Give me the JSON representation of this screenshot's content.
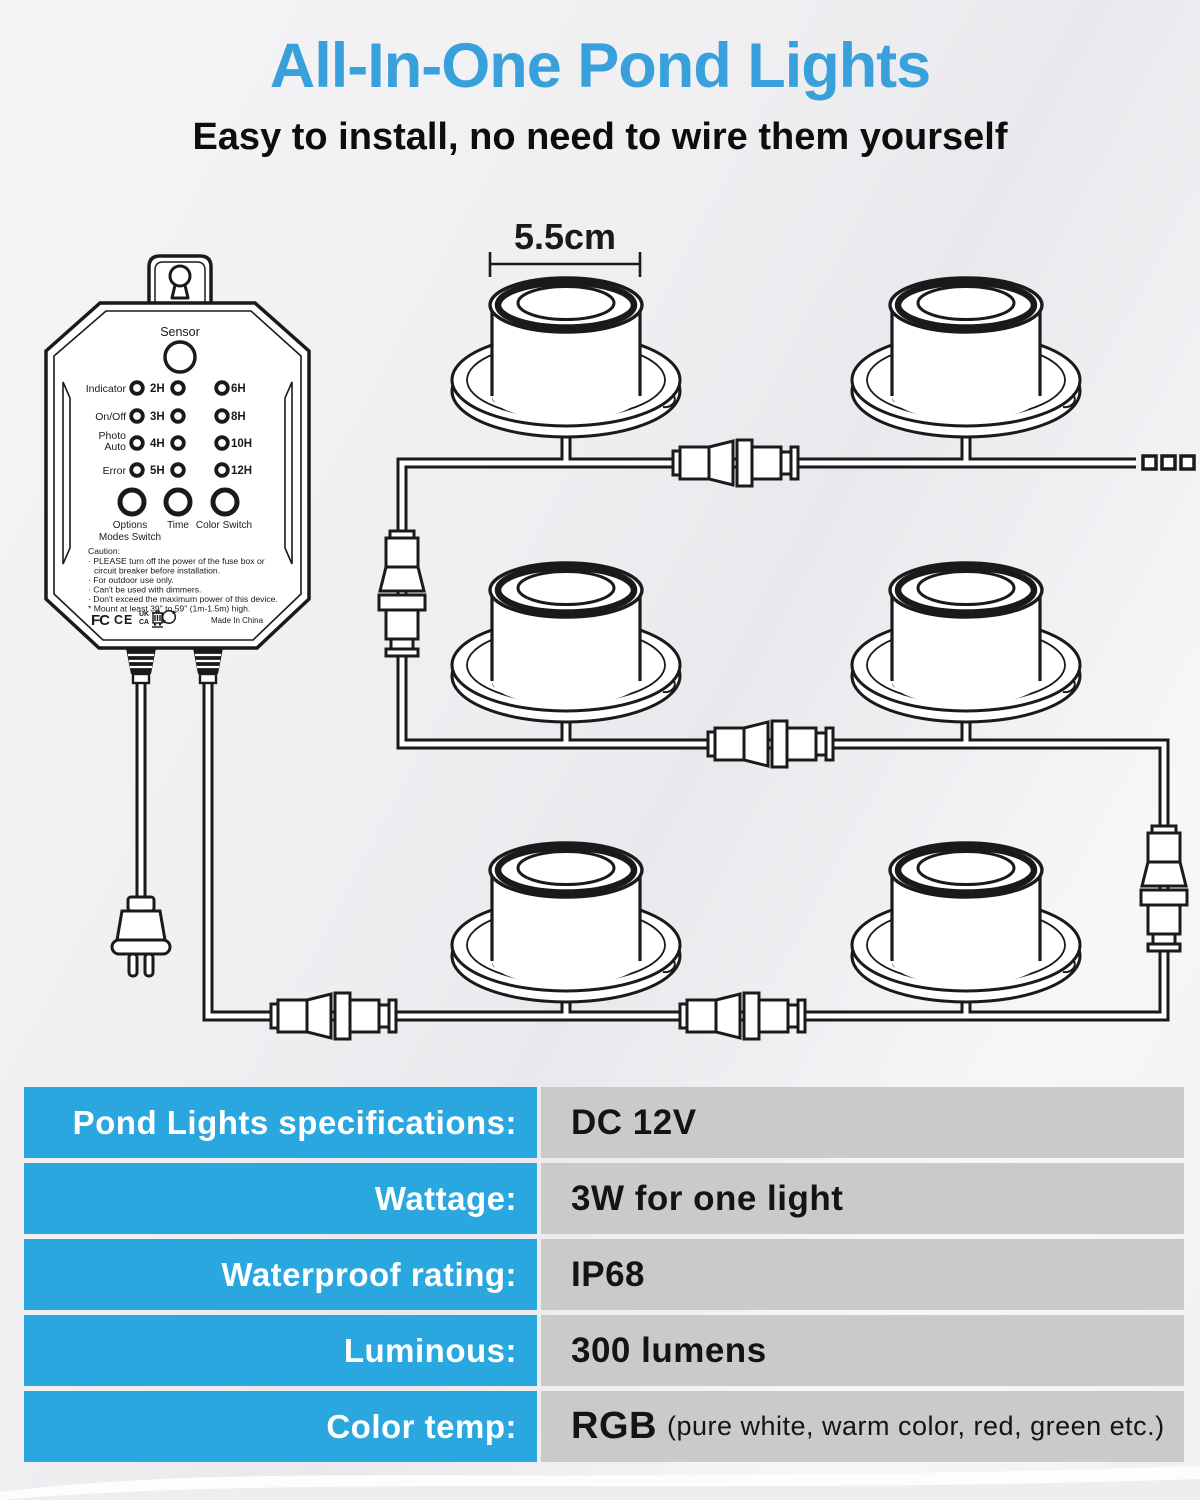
{
  "header": {
    "title": "All-In-One Pond Lights",
    "subtitle": "Easy to install, no need to wire them yourself"
  },
  "colors": {
    "title_blue": "#38a1db",
    "table_label_bg": "#2ba7e0",
    "table_value_bg": "#cacaca",
    "line_art": "#1a1a1a"
  },
  "diagram": {
    "dimension_label": "5.5cm",
    "controller": {
      "sensor": "Sensor",
      "row_labels": [
        "Indicator",
        "On/Off",
        "Photo",
        "Auto",
        "Error"
      ],
      "col1": [
        "2H",
        "3H",
        "4H",
        "5H"
      ],
      "col2": [
        "6H",
        "8H",
        "10H",
        "12H"
      ],
      "buttons": [
        "Options",
        "Modes Switch",
        "Time",
        "Color Switch"
      ],
      "caution": [
        "Caution:",
        "· PLEASE turn off the power of the fuse box or",
        "circuit breaker before installation.",
        "· For outdoor use only.",
        "· Can't be used with dimmers.",
        "· Don't exceed the maximum power of this device.",
        "* Mount at least 39\" to 59\" (1m-1.5m) high."
      ],
      "certs": {
        "fcc": "FC",
        "ce": "CE",
        "uk": "UK",
        "ca": "CA"
      },
      "made_in": "Made In China"
    }
  },
  "spec_table": {
    "rows": [
      {
        "label": "Pond Lights specifications:",
        "value": "DC 12V",
        "note": ""
      },
      {
        "label": "Wattage:",
        "value": "3W for one light",
        "note": ""
      },
      {
        "label": "Waterproof rating:",
        "value": "IP68",
        "note": ""
      },
      {
        "label": "Luminous:",
        "value": "300 lumens",
        "note": ""
      },
      {
        "label": "Color temp:",
        "value": "RGB",
        "note": "(pure white, warm color, red, green etc.)"
      }
    ]
  }
}
